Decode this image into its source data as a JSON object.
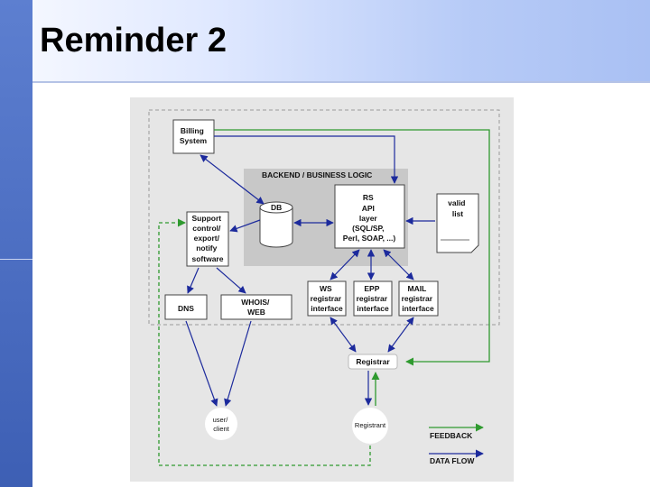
{
  "slide": {
    "title": "Reminder 2"
  },
  "diagram": {
    "billing": [
      "Billing",
      "System"
    ],
    "backend_title": "BACKEND / BUSINESS LOGIC",
    "db": "DB",
    "rs": [
      "RS",
      "API",
      "layer",
      "(SQL/SP,",
      "Perl, SOAP, ...)"
    ],
    "valid_list": [
      "valid",
      "list"
    ],
    "support": [
      "Support",
      "control/",
      "export/",
      "notify",
      "software"
    ],
    "dns": "DNS",
    "whois": [
      "WHOIS/",
      "WEB"
    ],
    "ws": [
      "WS",
      "registrar",
      "interface"
    ],
    "epp": [
      "EPP",
      "registrar",
      "interface"
    ],
    "mail": [
      "MAIL",
      "registrar",
      "interface"
    ],
    "registrar": "Registrar",
    "user": [
      "user/",
      "client"
    ],
    "registrant": "Registrant",
    "legend_feedback": "FEEDBACK",
    "legend_dataflow": "DATA FLOW"
  },
  "colors": {
    "feedback": "#2f9a2f",
    "dataflow": "#1c2a9c"
  }
}
